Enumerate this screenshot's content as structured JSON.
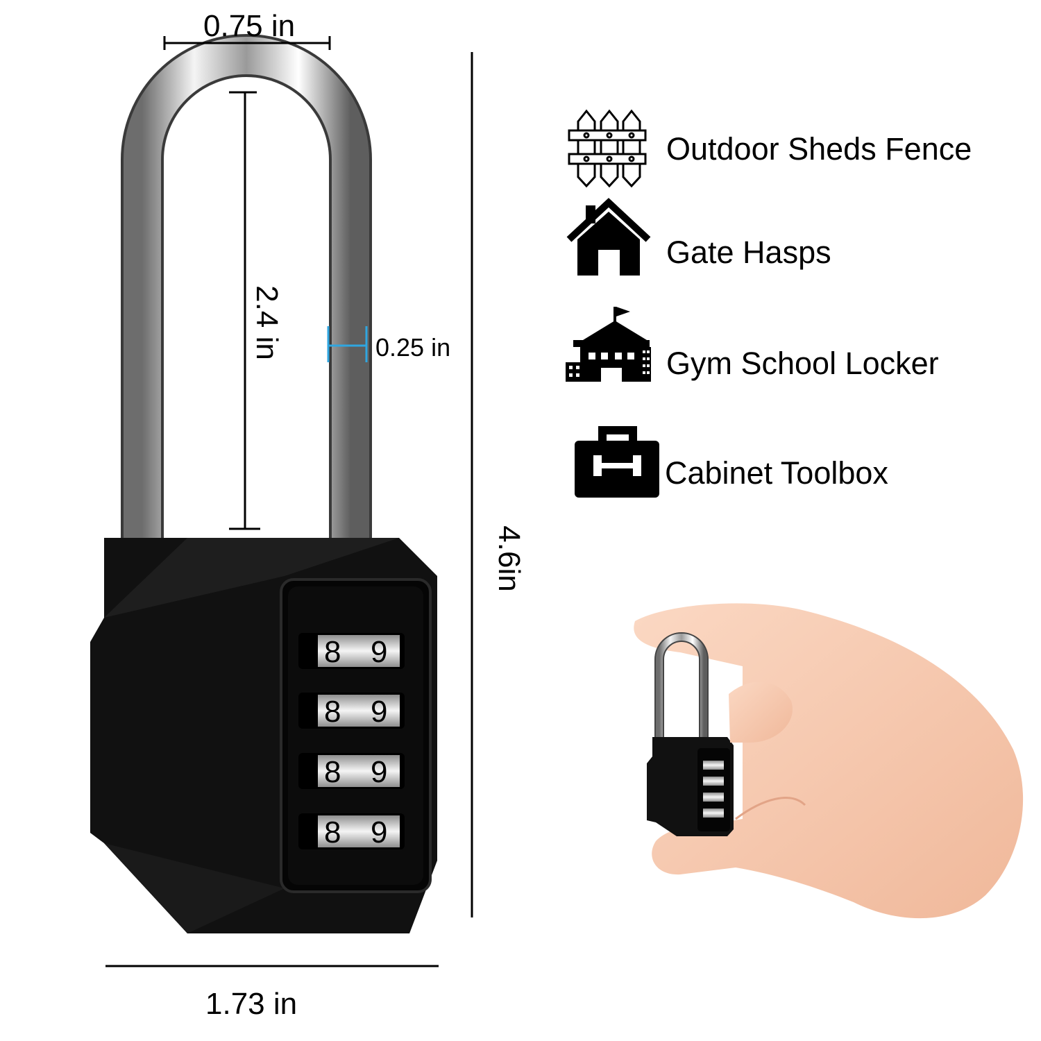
{
  "dimensions": {
    "shackle_width": "0.75 in",
    "shackle_clearance": "2.4 in",
    "shackle_diameter": "0.25 in",
    "total_height": "4.6in",
    "body_width": "1.73 in"
  },
  "dials": [
    {
      "left": "8",
      "right": "9"
    },
    {
      "left": "8",
      "right": "9"
    },
    {
      "left": "8",
      "right": "9"
    },
    {
      "left": "8",
      "right": "9"
    }
  ],
  "uses": [
    {
      "label": "Outdoor Sheds Fence",
      "icon": "fence-icon"
    },
    {
      "label": "Gate Hasps",
      "icon": "house-icon"
    },
    {
      "label": "Gym School Locker",
      "icon": "school-icon"
    },
    {
      "label": "Cabinet Toolbox",
      "icon": "toolbox-icon"
    }
  ],
  "colors": {
    "lock_body": "#111111",
    "shackle": "#c8c8c8",
    "diameter_marker": "#2fa6e0"
  }
}
